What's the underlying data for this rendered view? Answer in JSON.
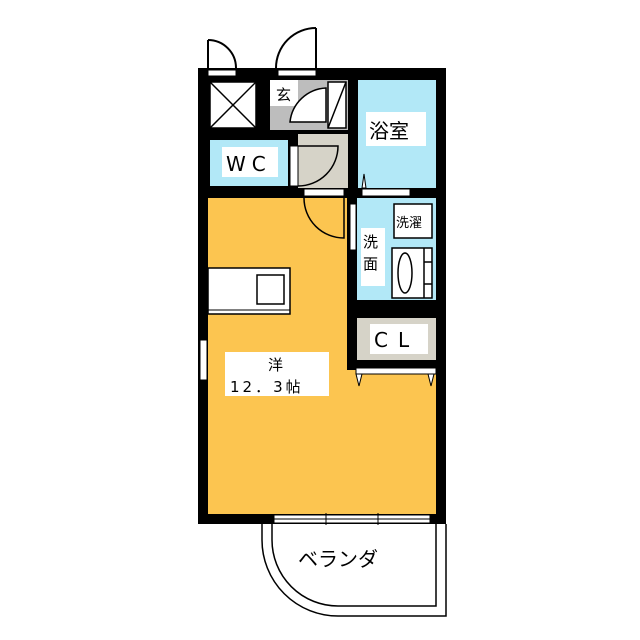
{
  "title": "Floor plan",
  "colors": {
    "wall": "#000000",
    "living": "#fcc550",
    "water": "#b2e8f7",
    "entrance": "#bdbdbd",
    "storage": "#d6d3c8"
  },
  "rooms": {
    "entrance": "玄",
    "bath": "浴室",
    "toilet": "WC",
    "laundry": "洗濯",
    "washroom_line1": "洗",
    "washroom_line2": "面",
    "closet": "CL",
    "living_type": "洋",
    "living_size": "12．3帖",
    "balcony": "ベランダ"
  }
}
